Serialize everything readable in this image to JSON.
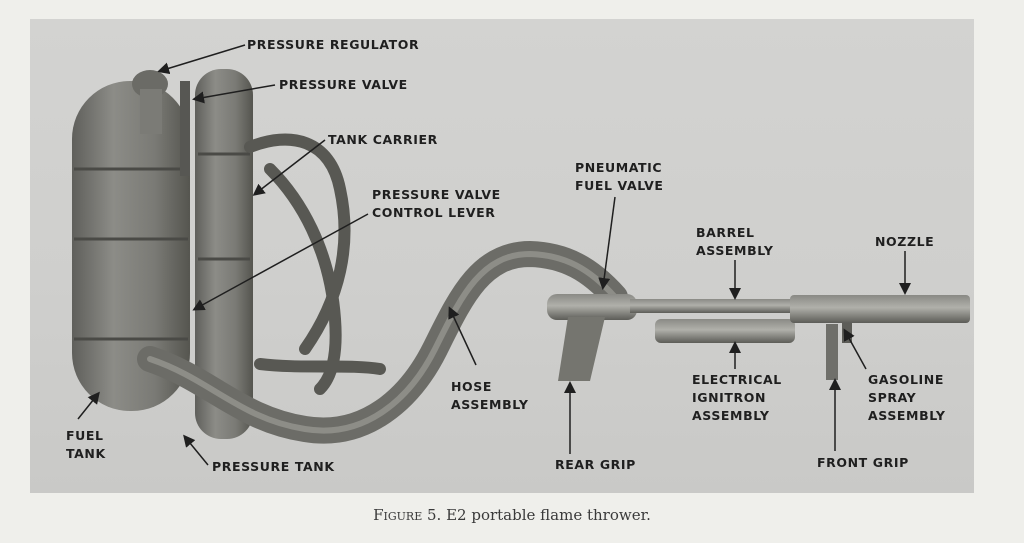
{
  "labels": {
    "pressure_regulator": "PRESSURE REGULATOR",
    "pressure_valve": "PRESSURE VALVE",
    "tank_carrier": "TANK CARRIER",
    "pressure_valve_control_lever": [
      "PRESSURE VALVE",
      "CONTROL LEVER"
    ],
    "pneumatic_fuel_valve": [
      "PNEUMATIC",
      "FUEL VALVE"
    ],
    "barrel_assembly": [
      "BARREL",
      "ASSEMBLY"
    ],
    "nozzle": "NOZZLE",
    "hose_assembly": [
      "HOSE",
      "ASSEMBLY"
    ],
    "electrical_ignitron_assembly": [
      "ELECTRICAL",
      "IGNITRON",
      "ASSEMBLY"
    ],
    "gasoline_spray_assembly": [
      "GASOLINE",
      "SPRAY",
      "ASSEMBLY"
    ],
    "fuel_tank": [
      "FUEL",
      "TANK"
    ],
    "pressure_tank": "PRESSURE TANK",
    "rear_grip": "REAR GRIP",
    "front_grip": "FRONT GRIP"
  },
  "caption": {
    "figure": "Figure 5.",
    "text": "E2 portable flame thrower."
  }
}
